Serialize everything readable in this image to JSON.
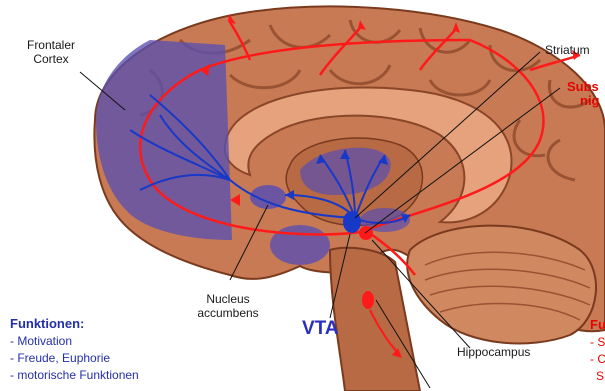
{
  "colors": {
    "brain": "#c87a55",
    "brain_dark": "#8a4628",
    "brain_light": "#e5a27c",
    "dopamine_path": "#ff1a1a",
    "cortex_path": "#1838c8",
    "region_purple": "#5a4fb0",
    "label_red": "#e10600",
    "label_blue": "#2b2fbf"
  },
  "labels": {
    "frontal_cortex_line1": "Frontaler",
    "frontal_cortex_line2": "Cortex",
    "striatum": "Striatum",
    "substantia_line1": "Subs",
    "substantia_line2": "nig",
    "nucleus_line1": "Nucleus",
    "nucleus_line2": "accumbens",
    "vta": "VTA",
    "hippocampus": "Hippocampus"
  },
  "left_functions": {
    "title": "Funktionen:",
    "items": [
      "- Motivation",
      "- Freude, Euphorie",
      "- motorische Funktionen"
    ]
  },
  "right_functions": {
    "title": "Fu",
    "items": [
      "- S",
      "- C",
      "S"
    ]
  }
}
